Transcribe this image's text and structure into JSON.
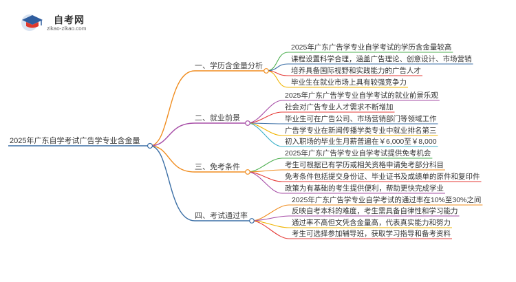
{
  "logo": {
    "title": "自考网",
    "url": "zikao-zikao.com"
  },
  "root": "2025年广东自学考试广告学专业含金量",
  "branches": [
    {
      "label": "一、学历含金量分析",
      "leaves": [
        "2025年广东广告学专业自学考试的学历含金量较高",
        "课程设置科学合理，涵盖广告理论、创意设计、市场营销",
        "培养具备国际视野和实践能力的广告人才",
        "毕业生在就业市场上具有较强竞争力"
      ]
    },
    {
      "label": "二、就业前景",
      "leaves": [
        "2025年广东广告学专业自学考试的就业前景乐观",
        "社会对广告专业人才需求不断增加",
        "毕业生可在广告公司、市场营销部门等领域工作",
        "广告学专业在新闻传播学类专业中就业排名第三",
        "初入职场的毕业生月薪普遍在￥6,000至￥8,000"
      ]
    },
    {
      "label": "三、免考条件",
      "leaves": [
        "2025年广东广告学专业自学考试提供免考机会",
        "考生可根据已有学历或相关资格申请免考部分科目",
        "免考条件包括提交身份证、毕业证书及成绩单的原件和复印件",
        "政策为有基础的考生提供便利，帮助更快完成学业"
      ]
    },
    {
      "label": "四、考试通过率",
      "leaves": [
        "2025年广东广告学专业自学考试的通过率在10%至30%之间",
        "反映自考本科的难度，考生需具备自律性和学习能力",
        "通过率不高但文凭含金量高，代表真实能力和努力",
        "考生可选择参加辅导班，获取学习指导和备考资料"
      ]
    }
  ],
  "colors": {
    "root": "#3a6ea5",
    "branches": [
      "#f08c1e",
      "#a64ca6",
      "#f08c1e",
      "#3a6ea5"
    ],
    "leaves": [
      [
        "#4caf50",
        "#3a6ea5",
        "#e53935",
        "#f0b400"
      ],
      [
        "#a64ca6",
        "#e53935",
        "#3a6ea5",
        "#f0b400",
        "#3ab0c8"
      ],
      [
        "#4caf50",
        "#f08c1e",
        "#e53935",
        "#a64ca6"
      ],
      [
        "#f08c1e",
        "#a64ca6",
        "#f0b400",
        "#e53935"
      ]
    ]
  }
}
